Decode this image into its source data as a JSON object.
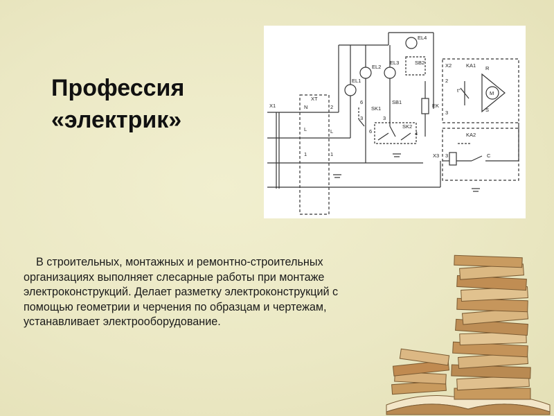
{
  "slide": {
    "title_line1": "Профессия",
    "title_line2": "«электрик»",
    "description": "В строительных, монтажных и ремонтно-строительных организациях выполняет слесарные работы при монтаже электроконструкций. Делает разметку электроконструкций с помощью геометрии и черчения по образцам и чертежам, устанавливает электрооборудование."
  },
  "schematic_labels": {
    "x1": "X1",
    "xt": "XT",
    "n1": "N",
    "n2": "2",
    "l1": "L",
    "l2": "L",
    "one1": "1",
    "one2": "1",
    "el1": "EL1",
    "el2": "EL2",
    "el3": "EL3",
    "el4": "EL4",
    "sb1": "SB1",
    "sb2": "SB2",
    "sk1": "SK1",
    "sk2": "SK2",
    "ek": "EK",
    "x2": "X2",
    "x3": "X3",
    "ka1": "KA1",
    "ka2": "KA2",
    "r": "R",
    "s": "S",
    "c": "C",
    "m": "M",
    "t": "t°",
    "n6a": "6",
    "n3a": "3",
    "n6b": "6",
    "n3b": "3",
    "n4": "4",
    "n3c": "3",
    "n3d": "3"
  },
  "colors": {
    "background": "#ebe8c4",
    "title": "#111111",
    "text": "#1a1a1a",
    "schematic_bg": "#ffffff",
    "book_cover": "#c89a5e",
    "book_pages": "#f3e6c8"
  },
  "icons": {
    "books": "stack-of-books-illustration"
  }
}
